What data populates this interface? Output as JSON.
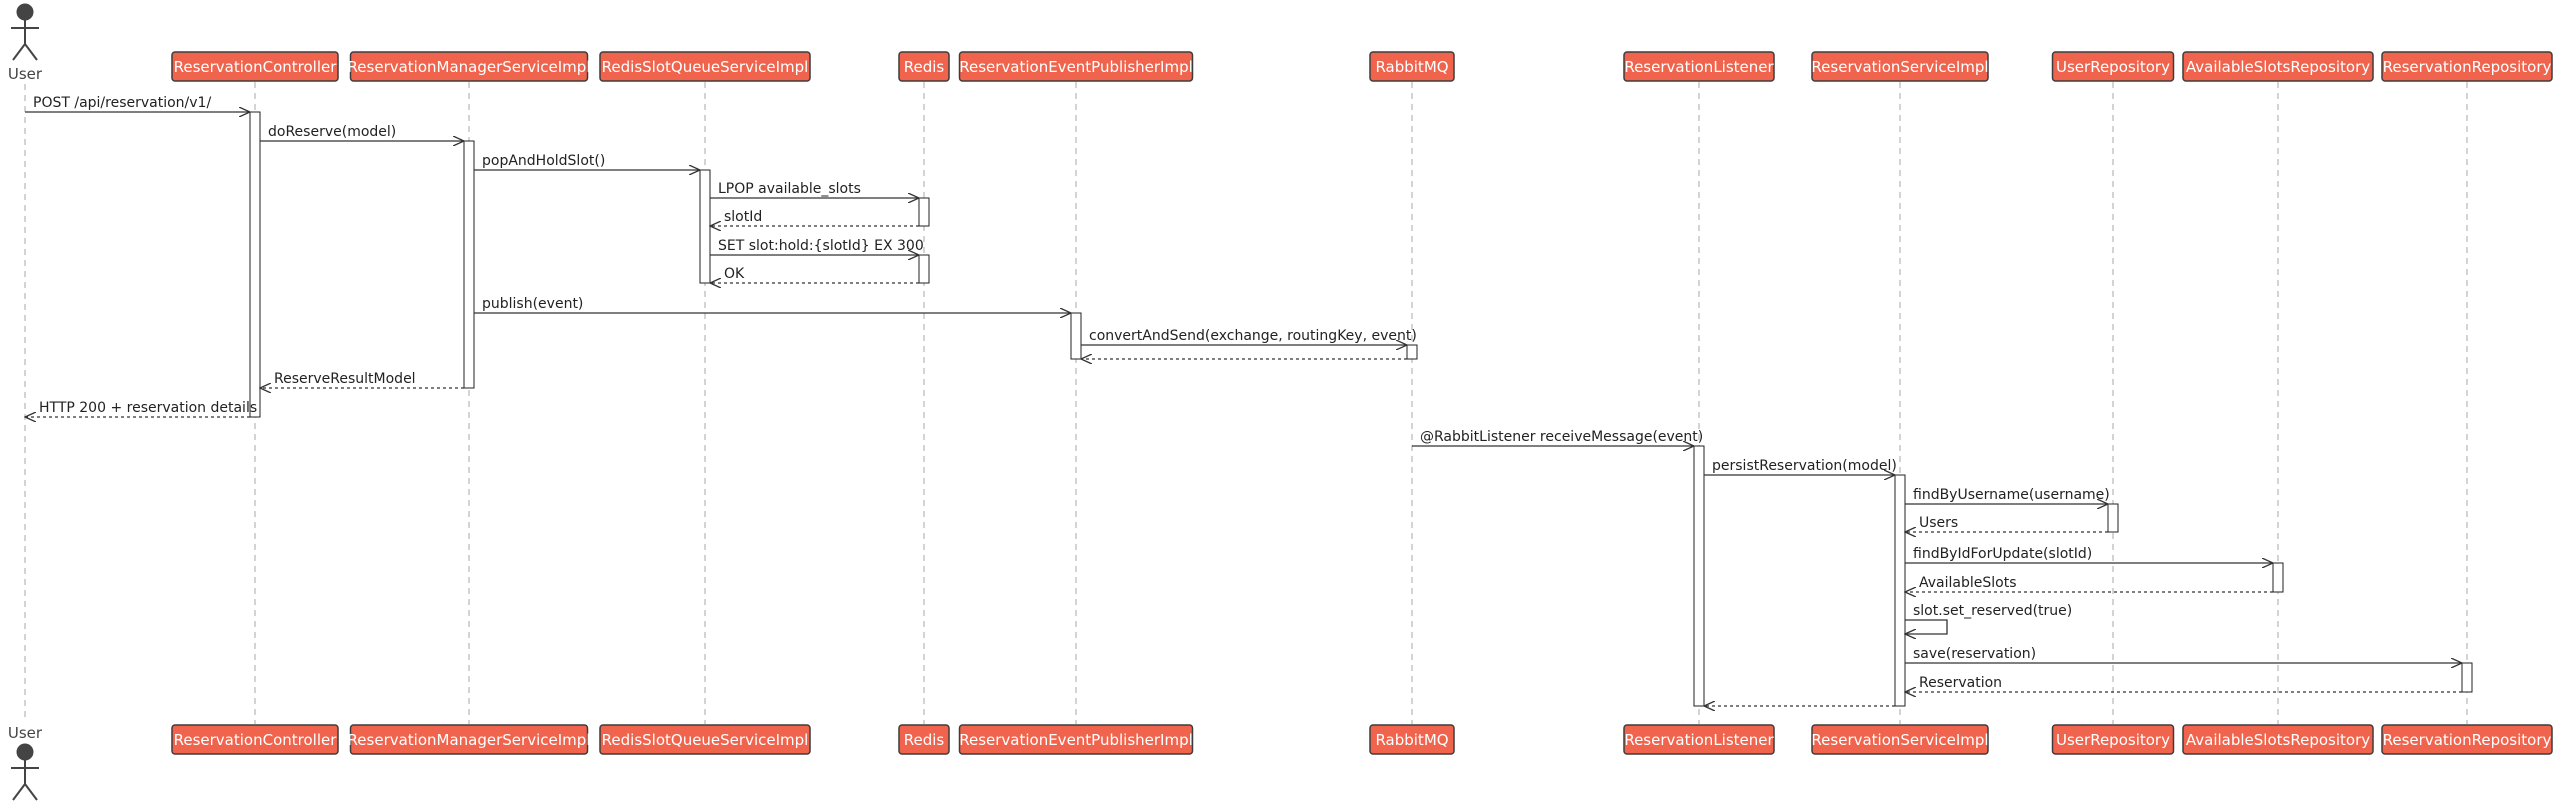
{
  "actor": "User",
  "participants": [
    "ReservationController",
    "ReservationManagerServiceImpl",
    "RedisSlotQueueServiceImpl",
    "Redis",
    "ReservationEventPublisherImpl",
    "RabbitMQ",
    "ReservationListener",
    "ReservationServiceImpl",
    "UserRepository",
    "AvailableSlotsRepository",
    "ReservationRepository"
  ],
  "messages": [
    {
      "from": "User",
      "to": "ReservationController",
      "label": "POST /api/reservation/v1/",
      "kind": "call"
    },
    {
      "from": "ReservationController",
      "to": "ReservationManagerServiceImpl",
      "label": "doReserve(model)",
      "kind": "call"
    },
    {
      "from": "ReservationManagerServiceImpl",
      "to": "RedisSlotQueueServiceImpl",
      "label": "popAndHoldSlot()",
      "kind": "call"
    },
    {
      "from": "RedisSlotQueueServiceImpl",
      "to": "Redis",
      "label": "LPOP available_slots",
      "kind": "call"
    },
    {
      "from": "Redis",
      "to": "RedisSlotQueueServiceImpl",
      "label": "slotId",
      "kind": "return"
    },
    {
      "from": "RedisSlotQueueServiceImpl",
      "to": "Redis",
      "label": "SET slot:hold:{slotId} EX 300",
      "kind": "call"
    },
    {
      "from": "Redis",
      "to": "RedisSlotQueueServiceImpl",
      "label": "OK",
      "kind": "return"
    },
    {
      "from": "ReservationManagerServiceImpl",
      "to": "ReservationEventPublisherImpl",
      "label": "publish(event)",
      "kind": "call"
    },
    {
      "from": "ReservationEventPublisherImpl",
      "to": "RabbitMQ",
      "label": "convertAndSend(exchange, routingKey, event)",
      "kind": "call"
    },
    {
      "from": "RabbitMQ",
      "to": "ReservationEventPublisherImpl",
      "label": "",
      "kind": "return"
    },
    {
      "from": "ReservationManagerServiceImpl",
      "to": "ReservationController",
      "label": "ReserveResultModel",
      "kind": "return"
    },
    {
      "from": "ReservationController",
      "to": "User",
      "label": "HTTP 200 + reservation details",
      "kind": "return"
    },
    {
      "from": "RabbitMQ",
      "to": "ReservationListener",
      "label": "@RabbitListener receiveMessage(event)",
      "kind": "call"
    },
    {
      "from": "ReservationListener",
      "to": "ReservationServiceImpl",
      "label": "persistReservation(model)",
      "kind": "call"
    },
    {
      "from": "ReservationServiceImpl",
      "to": "UserRepository",
      "label": "findByUsername(username)",
      "kind": "call"
    },
    {
      "from": "UserRepository",
      "to": "ReservationServiceImpl",
      "label": "Users",
      "kind": "return"
    },
    {
      "from": "ReservationServiceImpl",
      "to": "AvailableSlotsRepository",
      "label": "findByIdForUpdate(slotId)",
      "kind": "call"
    },
    {
      "from": "AvailableSlotsRepository",
      "to": "ReservationServiceImpl",
      "label": "AvailableSlots",
      "kind": "return"
    },
    {
      "from": "ReservationServiceImpl",
      "to": "ReservationServiceImpl",
      "label": "slot.set_reserved(true)",
      "kind": "self"
    },
    {
      "from": "ReservationServiceImpl",
      "to": "ReservationRepository",
      "label": "save(reservation)",
      "kind": "call"
    },
    {
      "from": "ReservationRepository",
      "to": "ReservationServiceImpl",
      "label": "Reservation",
      "kind": "return"
    },
    {
      "from": "ReservationServiceImpl",
      "to": "ReservationListener",
      "label": "",
      "kind": "return"
    }
  ]
}
